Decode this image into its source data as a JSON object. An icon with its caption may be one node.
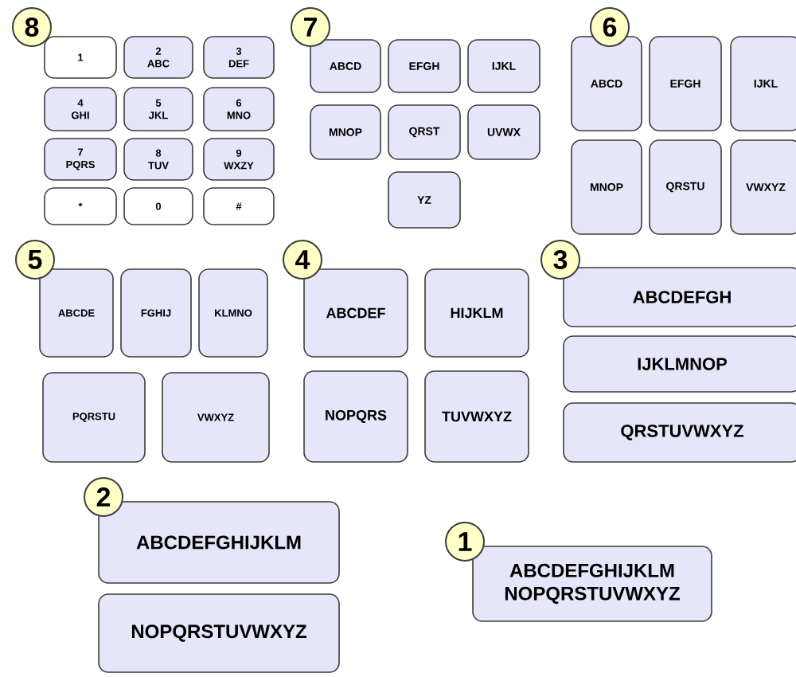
{
  "diagram": {
    "nodes": [
      {
        "text": [
          "8"
        ]
      },
      {
        "text": [
          "1"
        ]
      },
      {
        "text": [
          "2",
          "ABC"
        ]
      },
      {
        "text": [
          "3",
          "DEF"
        ]
      },
      {
        "text": [
          "4",
          "GHI"
        ]
      },
      {
        "text": [
          "5",
          "JKL"
        ]
      },
      {
        "text": [
          "6",
          "MNO"
        ]
      },
      {
        "text": [
          "7",
          "PQRS"
        ]
      },
      {
        "text": [
          "8",
          "TUV"
        ]
      },
      {
        "text": [
          "9",
          "WXZY"
        ]
      },
      {
        "text": [
          "*"
        ]
      },
      {
        "text": [
          "0"
        ]
      },
      {
        "text": [
          "#"
        ]
      },
      {
        "text": [
          "7"
        ]
      },
      {
        "text": [
          "ABCD"
        ]
      },
      {
        "text": [
          "EFGH"
        ]
      },
      {
        "text": [
          "IJKL"
        ]
      },
      {
        "text": [
          "MNOP"
        ]
      },
      {
        "text": [
          "QRST"
        ]
      },
      {
        "text": [
          "UVWX"
        ]
      },
      {
        "text": [
          "YZ"
        ]
      },
      {
        "text": [
          "6"
        ]
      },
      {
        "text": [
          "ABCD"
        ]
      },
      {
        "text": [
          "EFGH"
        ]
      },
      {
        "text": [
          "IJKL"
        ]
      },
      {
        "text": [
          "MNOP"
        ]
      },
      {
        "text": [
          "QRSTU"
        ]
      },
      {
        "text": [
          "VWXYZ"
        ]
      },
      {
        "text": [
          "5"
        ]
      },
      {
        "text": [
          "ABCDE"
        ]
      },
      {
        "text": [
          "FGHIJ"
        ]
      },
      {
        "text": [
          "KLMNO"
        ]
      },
      {
        "text": [
          "PQRSTU"
        ]
      },
      {
        "text": [
          "VWXYZ"
        ]
      },
      {
        "text": [
          "4"
        ]
      },
      {
        "text": [
          "ABCDEF"
        ]
      },
      {
        "text": [
          "HIJKLM"
        ]
      },
      {
        "text": [
          "NOPQRS"
        ]
      },
      {
        "text": [
          "TUVWXYZ"
        ]
      },
      {
        "text": [
          "3"
        ]
      },
      {
        "text": [
          "ABCDEFGH"
        ]
      },
      {
        "text": [
          "IJKLMNOP"
        ]
      },
      {
        "text": [
          "QRSTUVWXYZ"
        ]
      },
      {
        "text": [
          "2"
        ]
      },
      {
        "text": [
          "ABCDEFGHIJKLM"
        ]
      },
      {
        "text": [
          "NOPQRSTUVWXYZ"
        ]
      },
      {
        "text": [
          "1"
        ]
      },
      {
        "text": [
          "ABCDEFGHIJKLM NOPQRSTUVWXYZ"
        ]
      }
    ]
  }
}
